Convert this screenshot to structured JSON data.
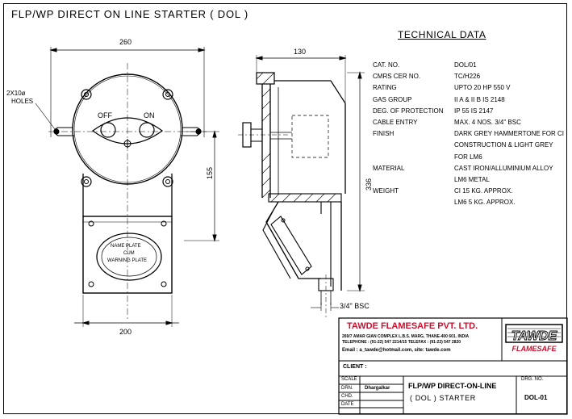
{
  "header": {
    "title": "FLP/WP DIRECT ON LINE STARTER ( DOL )"
  },
  "technical_data": {
    "title": "TECHNICAL DATA",
    "rows": [
      {
        "label": "CAT. NO.",
        "value": "DOL/01"
      },
      {
        "label": "CMRS CER NO.",
        "value": "TC/H226"
      },
      {
        "label": "RATING",
        "value": "UPTO 20 HP 550 V"
      },
      {
        "label": "GAS GROUP",
        "value": "II A & II B    IS 2148"
      },
      {
        "label": "DEG. OF PROTECTION",
        "value": "IP 55   IS 2147"
      },
      {
        "label": "CABLE ENTRY",
        "value": "MAX. 4 NOS. 3/4\" BSC"
      },
      {
        "label": "FINISH",
        "value": "DARK GREY HAMMERTONE FOR CI"
      },
      {
        "label": "",
        "value": "CONSTRUCTION & LIGHT GREY"
      },
      {
        "label": "",
        "value": "FOR LM6"
      },
      {
        "label": "MATERIAL",
        "value": "CAST IRON/ALLUMINIUM ALLOY"
      },
      {
        "label": "",
        "value": "LM6 METAL"
      },
      {
        "label": "WEIGHT",
        "value": "CI 15 KG. APPROX."
      },
      {
        "label": "",
        "value": "LM6   5   KG.  APPROX."
      }
    ]
  },
  "front_view": {
    "dim_width_top": "260",
    "dim_width_bottom": "200",
    "dim_height": "155",
    "holes_label_1": "2X10ø",
    "holes_label_2": "HOLES",
    "off_label": "OFF",
    "on_label": "ON",
    "name_plate_1": "NAME PLATE",
    "name_plate_2": "CUM",
    "name_plate_3": "WARNING PLATE"
  },
  "side_view": {
    "dim_depth": "130",
    "dim_height": "336",
    "entry_label": "3/4\" BSC"
  },
  "title_block": {
    "company": "TAWDE FLAMESAFE PVT. LTD.",
    "address": "269/7 AMAR GIAN COMPLEX L.B.S. MARG, THANE-400 601. INDIA",
    "phone": "TELEPHONE : (91-22) 547 2214/15  TELEFAX : (91-22) 547 2820",
    "email": "Email : a_tawde@hotmail.com,  site: tawde.com",
    "logo_top": "TAWDE",
    "logo_bottom": "FLAMESAFE",
    "client_label": "CLIENT :",
    "scale_label": "SCALE",
    "drn_label": "DRN.",
    "drn_value": "Dhargalkar",
    "chd_label": "CHD.",
    "date_label": "DATE",
    "drawing_title_1": "FLP/WP DIRECT-ON-LINE",
    "drawing_title_2": "( DOL )   STARTER",
    "drg_no_label": "DRG. NO.",
    "drg_no_value": "DOL-01"
  },
  "colors": {
    "line": "#000000",
    "logo_red": "#c8102e",
    "company_red": "#c8102e",
    "background": "#ffffff"
  }
}
